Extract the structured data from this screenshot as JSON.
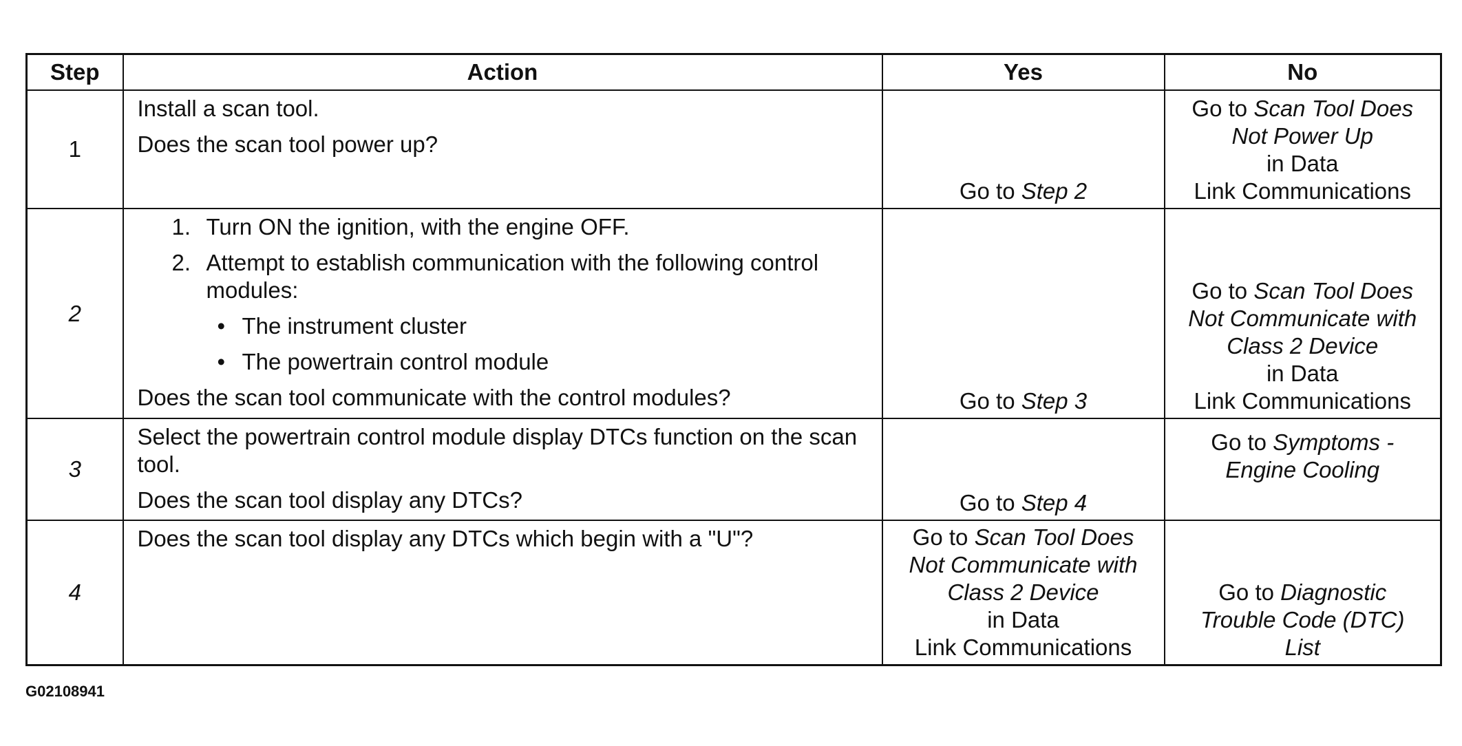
{
  "table": {
    "headers": {
      "step": "Step",
      "action": "Action",
      "yes": "Yes",
      "no": "No"
    },
    "rows": [
      {
        "step": "1",
        "action_lines": [
          "Install a scan tool.",
          "Does the scan tool power up?"
        ],
        "yes": {
          "prefix": "Go to ",
          "ref": "Step 2"
        },
        "no": {
          "prefix": "Go to ",
          "ref_line1": "Scan Tool Does",
          "ref_line2": "Not Power Up",
          "suffix_line1": "in Data",
          "suffix_line2": "Link Communications"
        }
      },
      {
        "step": "2",
        "steps": [
          {
            "num": "1.",
            "text": "Turn ON the ignition, with the engine OFF."
          },
          {
            "num": "2.",
            "text": "Attempt to establish communication with the following control modules:"
          }
        ],
        "bullets": [
          "The instrument cluster",
          "The powertrain control module"
        ],
        "question": "Does the scan tool communicate with the control modules?",
        "yes": {
          "prefix": "Go to ",
          "ref": "Step 3"
        },
        "no": {
          "prefix": "Go to ",
          "ref_line1": "Scan Tool Does",
          "ref_line2": "Not Communicate with",
          "ref_line3": "Class 2 Device",
          "suffix_line1": "in Data",
          "suffix_line2": "Link Communications"
        }
      },
      {
        "step": "3",
        "action_line1": "Select the powertrain control module display DTCs function on the scan tool.",
        "question": "Does the scan tool display any DTCs?",
        "yes": {
          "prefix": "Go to ",
          "ref": "Step 4"
        },
        "no": {
          "prefix": "Go to ",
          "ref_line1": "Symptoms -",
          "ref_line2": "Engine Cooling"
        }
      },
      {
        "step": "4",
        "question": "Does the scan tool display any DTCs which begin with a \"U\"?",
        "yes": {
          "prefix": "Go to ",
          "ref_line1": "Scan Tool Does",
          "ref_line2": "Not Communicate with",
          "ref_line3": "Class 2 Device",
          "suffix_line1": "in Data",
          "suffix_line2": "Link Communications"
        },
        "no": {
          "prefix": "Go to ",
          "ref_line1": "Diagnostic",
          "ref_line2": "Trouble Code (DTC)",
          "ref_line3": "List"
        }
      }
    ]
  },
  "figure_id": "G02108941"
}
